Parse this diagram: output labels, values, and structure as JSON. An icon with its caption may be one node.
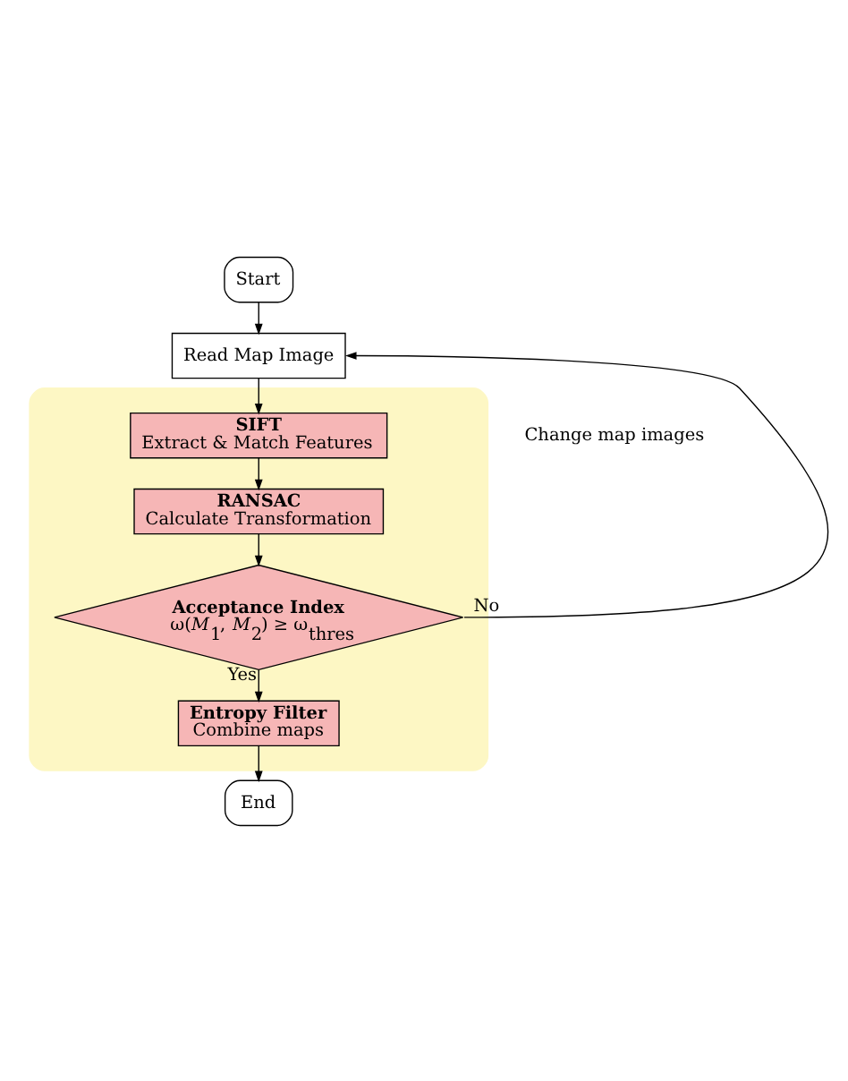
{
  "diagram": {
    "nodes": [
      {
        "text": [
          "Start"
        ]
      },
      {
        "text": [
          "Read Map Image"
        ]
      },
      {
        "text": [],
        "shape": "box"
      },
      {
        "text": [
          "SIFT",
          "Extract & Match Features"
        ],
        "in": 2
      },
      {
        "text": [
          "RANSAC",
          "Calculate Transformation"
        ],
        "in": 2
      },
      {
        "text": [
          "Acceptance Index",
          "ω(*M*$_{1}$, *M*$_{2}$) ≥ ω$_{thres}$"
        ],
        "in": 2
      },
      {
        "text": [
          "Entropy Filter",
          "Combine maps"
        ],
        "in": 2
      },
      {
        "text": [
          "End"
        ]
      }
    ],
    "edges": [
      {
        "from": 0,
        "to": 1,
        "arrow": "to"
      },
      {
        "from": 1,
        "to": 3,
        "arrow": "to"
      },
      {
        "from": 3,
        "to": 4,
        "arrow": "to"
      },
      {
        "from": 4,
        "to": 5,
        "arrow": "to"
      },
      {
        "from": 5,
        "to": 6,
        "arrow": "to",
        "label": "Yes"
      },
      {
        "from": 6,
        "to": 7,
        "arrow": "to"
      },
      {
        "from": 5,
        "to": 1,
        "arrow": "to",
        "label": "No"
      }
    ],
    "labels": [
      "Change map images"
    ]
  }
}
